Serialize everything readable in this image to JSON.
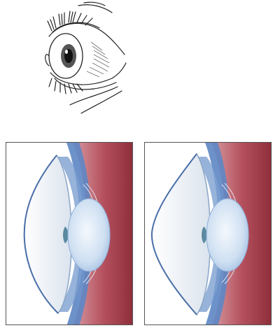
{
  "figure": {
    "top_illustration": "eye-sketch-side-view",
    "panels": [
      {
        "id": "left",
        "cornea_shape": "normal"
      },
      {
        "id": "right",
        "cornea_shape": "cone"
      }
    ],
    "colors": {
      "outline": "#555555",
      "sclera_blue": "#5d86c4",
      "choroid_red": "#a8424f",
      "choroid_light": "#cf8f97",
      "lens_blue": "#c9dbef",
      "cornea_fill": "#eef1f5",
      "iris_teal": "#5a8aa0"
    }
  }
}
